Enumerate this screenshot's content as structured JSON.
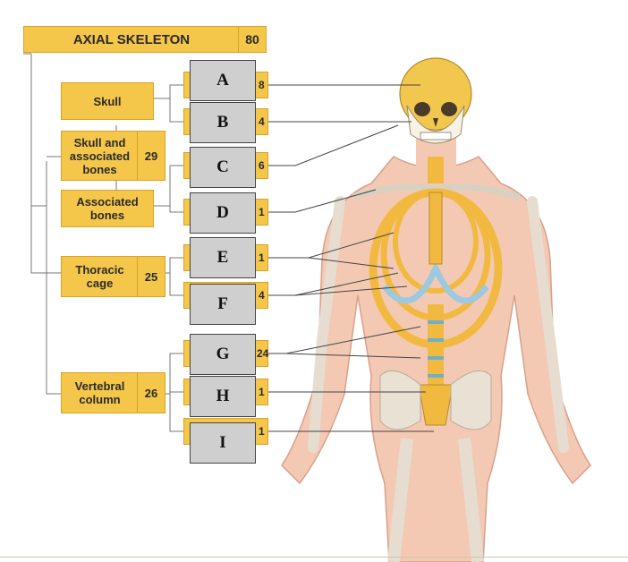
{
  "header": {
    "title": "AXIAL SKELETON",
    "count": "80"
  },
  "groups": {
    "skull": {
      "label": "Skull"
    },
    "skull_assoc": {
      "label": "Skull and associated bones",
      "count": "29"
    },
    "assoc": {
      "label": "Associated bones"
    },
    "thoracic": {
      "label": "Thoracic cage",
      "count": "25"
    },
    "vertebral": {
      "label": "Vertebral column",
      "count": "26"
    }
  },
  "overlays": {
    "a": "A",
    "b": "B",
    "c": "C",
    "d": "D",
    "e": "E",
    "f": "F",
    "g": "G",
    "h": "H",
    "i": "I"
  },
  "peek": {
    "a": "8",
    "b": "4",
    "c": "6",
    "d": "1",
    "e": "1",
    "f": "4",
    "g": "24",
    "h": "1",
    "i": "1"
  },
  "colors": {
    "box": "#f4c64a",
    "box_border": "#d9a325",
    "bone": "#f2b940",
    "skin": "#f3c9b4",
    "cartilage": "#9cc8e0"
  }
}
